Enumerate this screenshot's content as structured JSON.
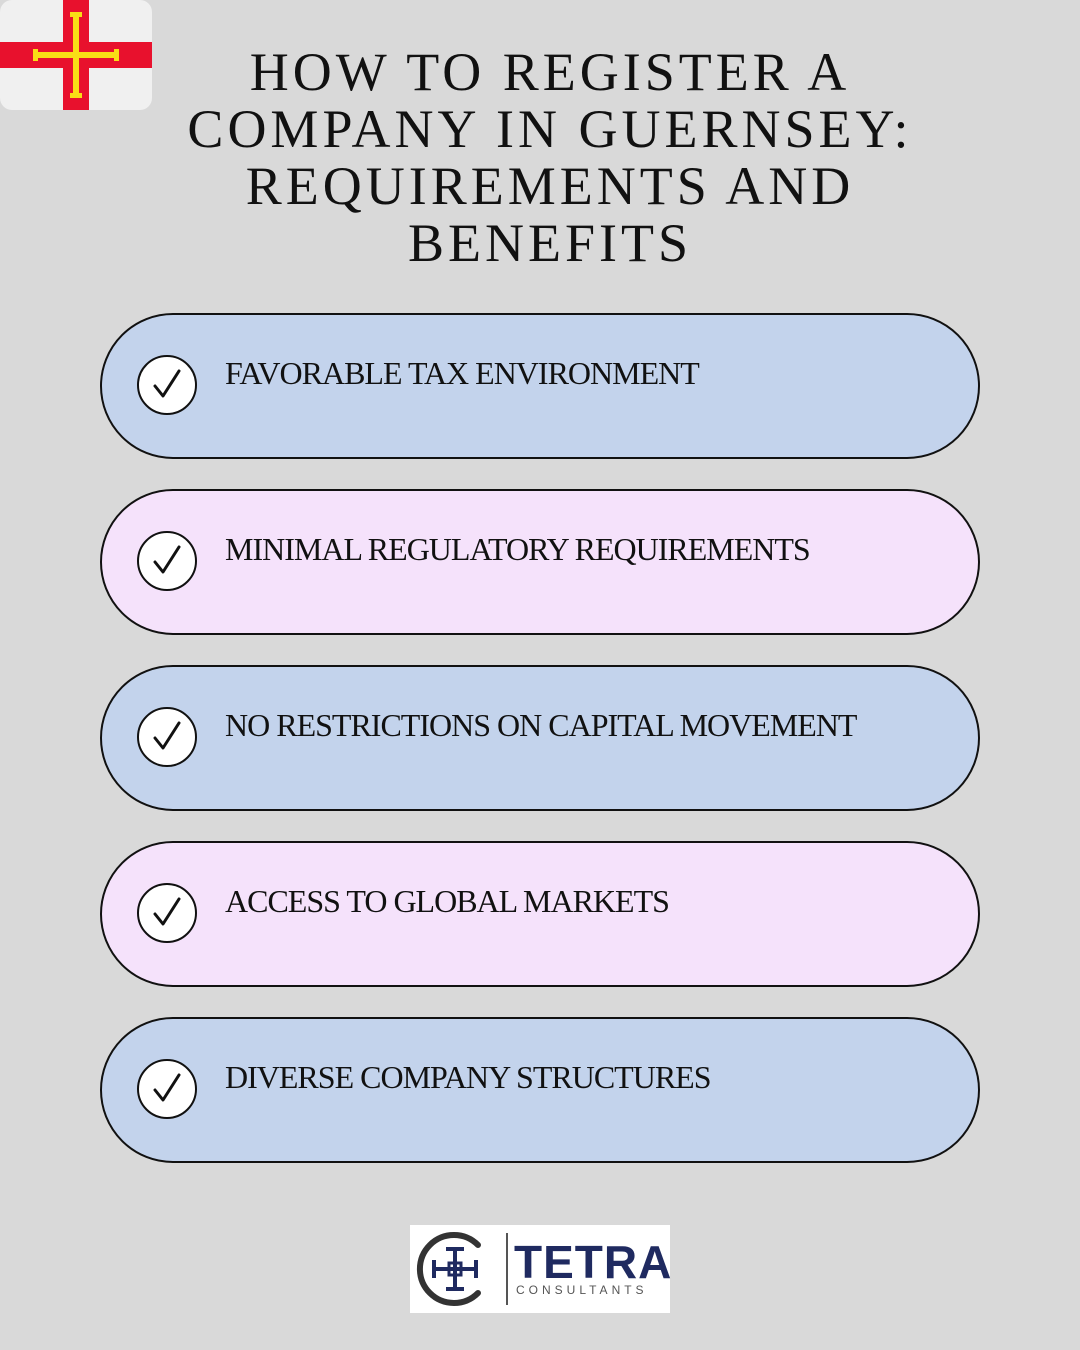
{
  "header": {
    "flag_icon": "guernsey-flag-icon",
    "title": "How to Register a Company in Guernsey: Requirements and Benefits"
  },
  "benefits": [
    {
      "label": "FAVORABLE TAX ENVIRONMENT",
      "icon": "check-circle-icon",
      "color": "#c3d3ec"
    },
    {
      "label": "MINIMAL REGULATORY REQUIREMENTS",
      "icon": "check-circle-icon",
      "color": "#f5e2fb"
    },
    {
      "label": "NO RESTRICTIONS ON CAPITAL MOVEMENT",
      "icon": "check-circle-icon",
      "color": "#c3d3ec"
    },
    {
      "label": "ACCESS TO GLOBAL MARKETS",
      "icon": "check-circle-icon",
      "color": "#f5e2fb"
    },
    {
      "label": "DIVERSE COMPANY STRUCTURES",
      "icon": "check-circle-icon",
      "color": "#c3d3ec"
    }
  ],
  "logo": {
    "name": "TETRA",
    "subtitle": "CONSULTANTS",
    "icon": "tetra-cross-logo-icon",
    "color": "#1f2a60"
  },
  "colors": {
    "background": "#d9d9d9",
    "flag_red": "#e8112d",
    "flag_gold": "#f9dd16"
  }
}
